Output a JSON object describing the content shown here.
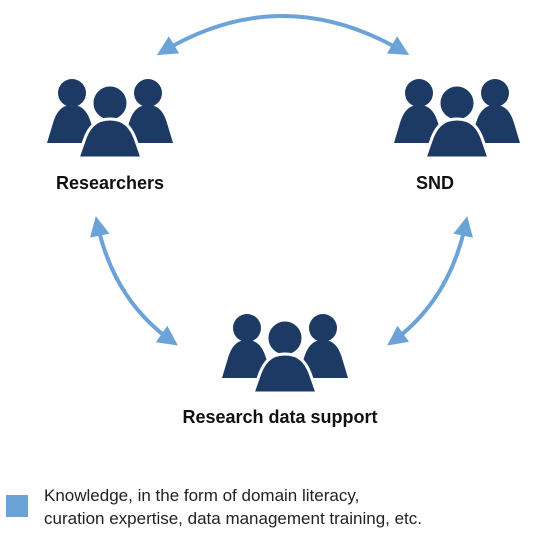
{
  "nodes": {
    "researchers": {
      "label": "Researchers",
      "icon": "group-of-people-icon"
    },
    "snd": {
      "label": "SND",
      "icon": "group-of-people-icon"
    },
    "research_data_support": {
      "label": "Research data support",
      "icon": "group-of-people-icon"
    }
  },
  "connections": [
    {
      "from": "researchers",
      "to": "snd",
      "style": "double-headed-arrow"
    },
    {
      "from": "snd",
      "to": "research_data_support",
      "style": "double-headed-arrow"
    },
    {
      "from": "research_data_support",
      "to": "researchers",
      "style": "double-headed-arrow"
    }
  ],
  "legend": {
    "line1": "Knowledge, in the form of domain literacy,",
    "line2": "curation expertise, data management training, etc."
  },
  "colors": {
    "people": "#1d3a64",
    "arrows": "#6ba3d8",
    "legend_swatch": "#6ba3d8",
    "label_text": "#111111"
  }
}
